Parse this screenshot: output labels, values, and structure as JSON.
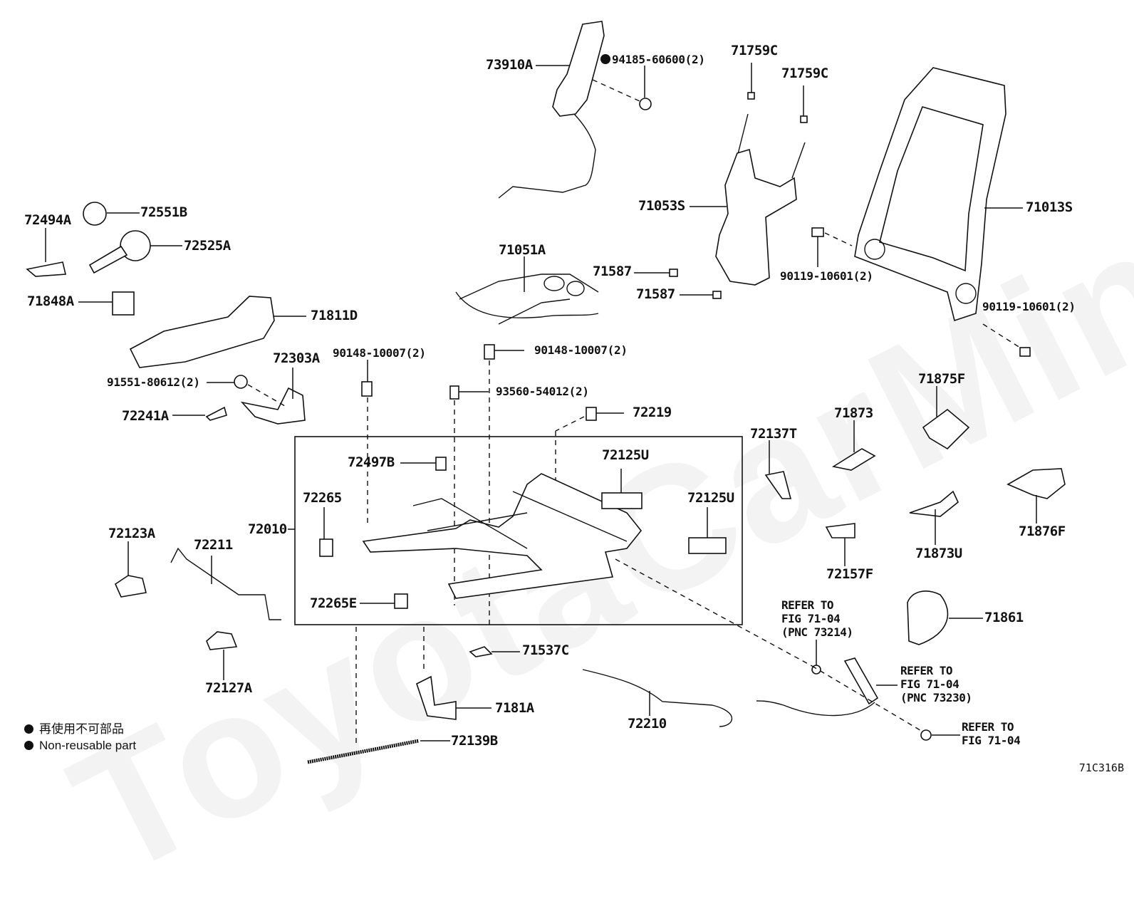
{
  "diagram": {
    "title_code": "71C316B",
    "watermark": "ToyotaCarMine.ru",
    "legend": {
      "line1": "再使用不可部品",
      "line2": "Non-reusable part",
      "marker": "filled-circle"
    },
    "labels": {
      "p73910A": "73910A",
      "p94185": "94185-60600(2)",
      "p71759C_1": "71759C",
      "p71759C_2": "71759C",
      "p72494A": "72494A",
      "p72551B": "72551B",
      "p72525A": "72525A",
      "p71848A": "71848A",
      "p71811D": "71811D",
      "p71053S": "71053S",
      "p71013S": "71013S",
      "p71051A": "71051A",
      "p71587_1": "71587",
      "p71587_2": "71587",
      "p90119_1": "90119-10601(2)",
      "p90119_2": "90119-10601(2)",
      "p72303A": "72303A",
      "p90148_1": "90148-10007(2)",
      "p90148_2": "90148-10007(2)",
      "p91551": "91551-80612(2)",
      "p93560": "93560-54012(2)",
      "p72241A": "72241A",
      "p72219": "72219",
      "p72497B": "72497B",
      "p72125U_1": "72125U",
      "p72125U_2": "72125U",
      "p72265": "72265",
      "p72010": "72010",
      "p72265E": "72265E",
      "p72123A": "72123A",
      "p72211": "72211",
      "p72127A": "72127A",
      "p71537C": "71537C",
      "p7181A": "7181A",
      "p72139B": "72139B",
      "p72210": "72210",
      "p72137T": "72137T",
      "p71873": "71873",
      "p71875F": "71875F",
      "p71876F": "71876F",
      "p72157F": "72157F",
      "p71873U": "71873U",
      "p71861": "71861",
      "ref1": "REFER TO\nFIG 71-04\n(PNC 73214)",
      "ref2": "REFER TO\nFIG 71-04\n(PNC 73230)",
      "ref3": "REFER TO\nFIG 71-04"
    }
  }
}
